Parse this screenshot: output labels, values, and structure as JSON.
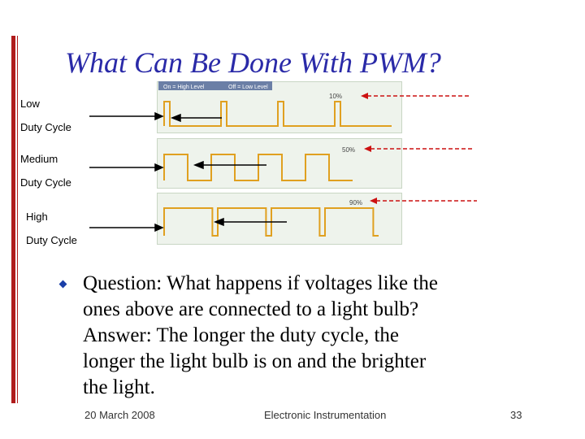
{
  "slide": {
    "title": "What Can Be Done With PWM?",
    "labels": {
      "low_1": "Low",
      "low_2": "Duty Cycle",
      "medium_1": "Medium",
      "medium_2": "Duty Cycle",
      "high_1": "High",
      "high_2": "Duty Cycle"
    },
    "legend": {
      "on": "On = High Level",
      "off": "Off = Low Level"
    },
    "duty": {
      "low": "10%",
      "medium": "50%",
      "high": "90%"
    },
    "body": [
      "Question: What happens if voltages like the",
      "ones above are connected to a light bulb?",
      "Answer: The longer the duty cycle, the",
      "longer the light bulb is on and the brighter",
      "the light."
    ],
    "footer": {
      "date": "20 March 2008",
      "center": "Electronic Instrumentation",
      "page": "33"
    }
  },
  "colors": {
    "title": "#2a2aa8",
    "wave": "#e0a020",
    "accent": "#b01c1c",
    "arrow_red": "#cc1111"
  }
}
